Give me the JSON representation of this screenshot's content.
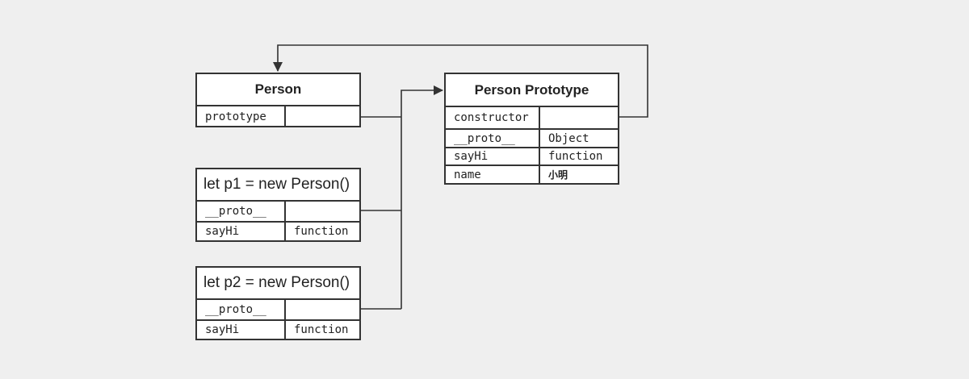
{
  "boxes": {
    "person": {
      "title": "Person",
      "rows": [
        {
          "key": "prototype",
          "value": ""
        }
      ]
    },
    "p1": {
      "title": "let p1 = new Person()",
      "rows": [
        {
          "key": "__proto__",
          "value": ""
        },
        {
          "key": "sayHi",
          "value": "function"
        }
      ]
    },
    "p2": {
      "title": "let p2 = new Person()",
      "rows": [
        {
          "key": "__proto__",
          "value": ""
        },
        {
          "key": "sayHi",
          "value": "function"
        }
      ]
    },
    "proto": {
      "title": "Person Prototype",
      "rows": [
        {
          "key": "constructor",
          "value": ""
        },
        {
          "key": "__proto__",
          "value": "Object"
        },
        {
          "key": "sayHi",
          "value": "function"
        },
        {
          "key": "name",
          "value": "小明"
        }
      ]
    }
  },
  "colors": {
    "background": "#efefef",
    "line": "#333333",
    "box_fill": "#ffffff"
  }
}
